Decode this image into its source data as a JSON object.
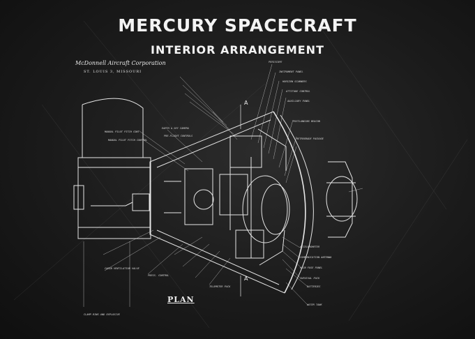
{
  "title": "MERCURY SPACECRAFT",
  "subtitle": "INTERIOR ARRANGEMENT",
  "maker": "McDonnell Aircraft Corporation",
  "maker_location": "ST. LOUIS 3, MISSOURI",
  "plan_label": "PLAN",
  "section_marker": "A",
  "callouts": {
    "left": [
      "MANUAL PILOT PITCH CONT",
      "MANUAL PILOT PITCH CONTROL",
      "EARTH & SKY CAMERA",
      "PRE-FLIGHT CONTROLS",
      "CABIN VENTILATION VALVE",
      "PRESS. CONTROL",
      "TELEMETER PACK",
      "CLAMP-RING AND EXPLOSIVE"
    ],
    "right": [
      "PERISCOPE",
      "INSTRUMENT PANEL",
      "HORIZON SCANNERS",
      "ATTITUDE CONTROL",
      "AUXILIARY PANEL",
      "POSTLANDING BEACON",
      "RETROGRADE PACKAGE",
      "ACCELEROMETER",
      "COMMUNICATION ANTENNA",
      "MAIN FUSE PANEL",
      "SURVIVAL PACK",
      "BATTERIES",
      "WATER TANK"
    ]
  }
}
